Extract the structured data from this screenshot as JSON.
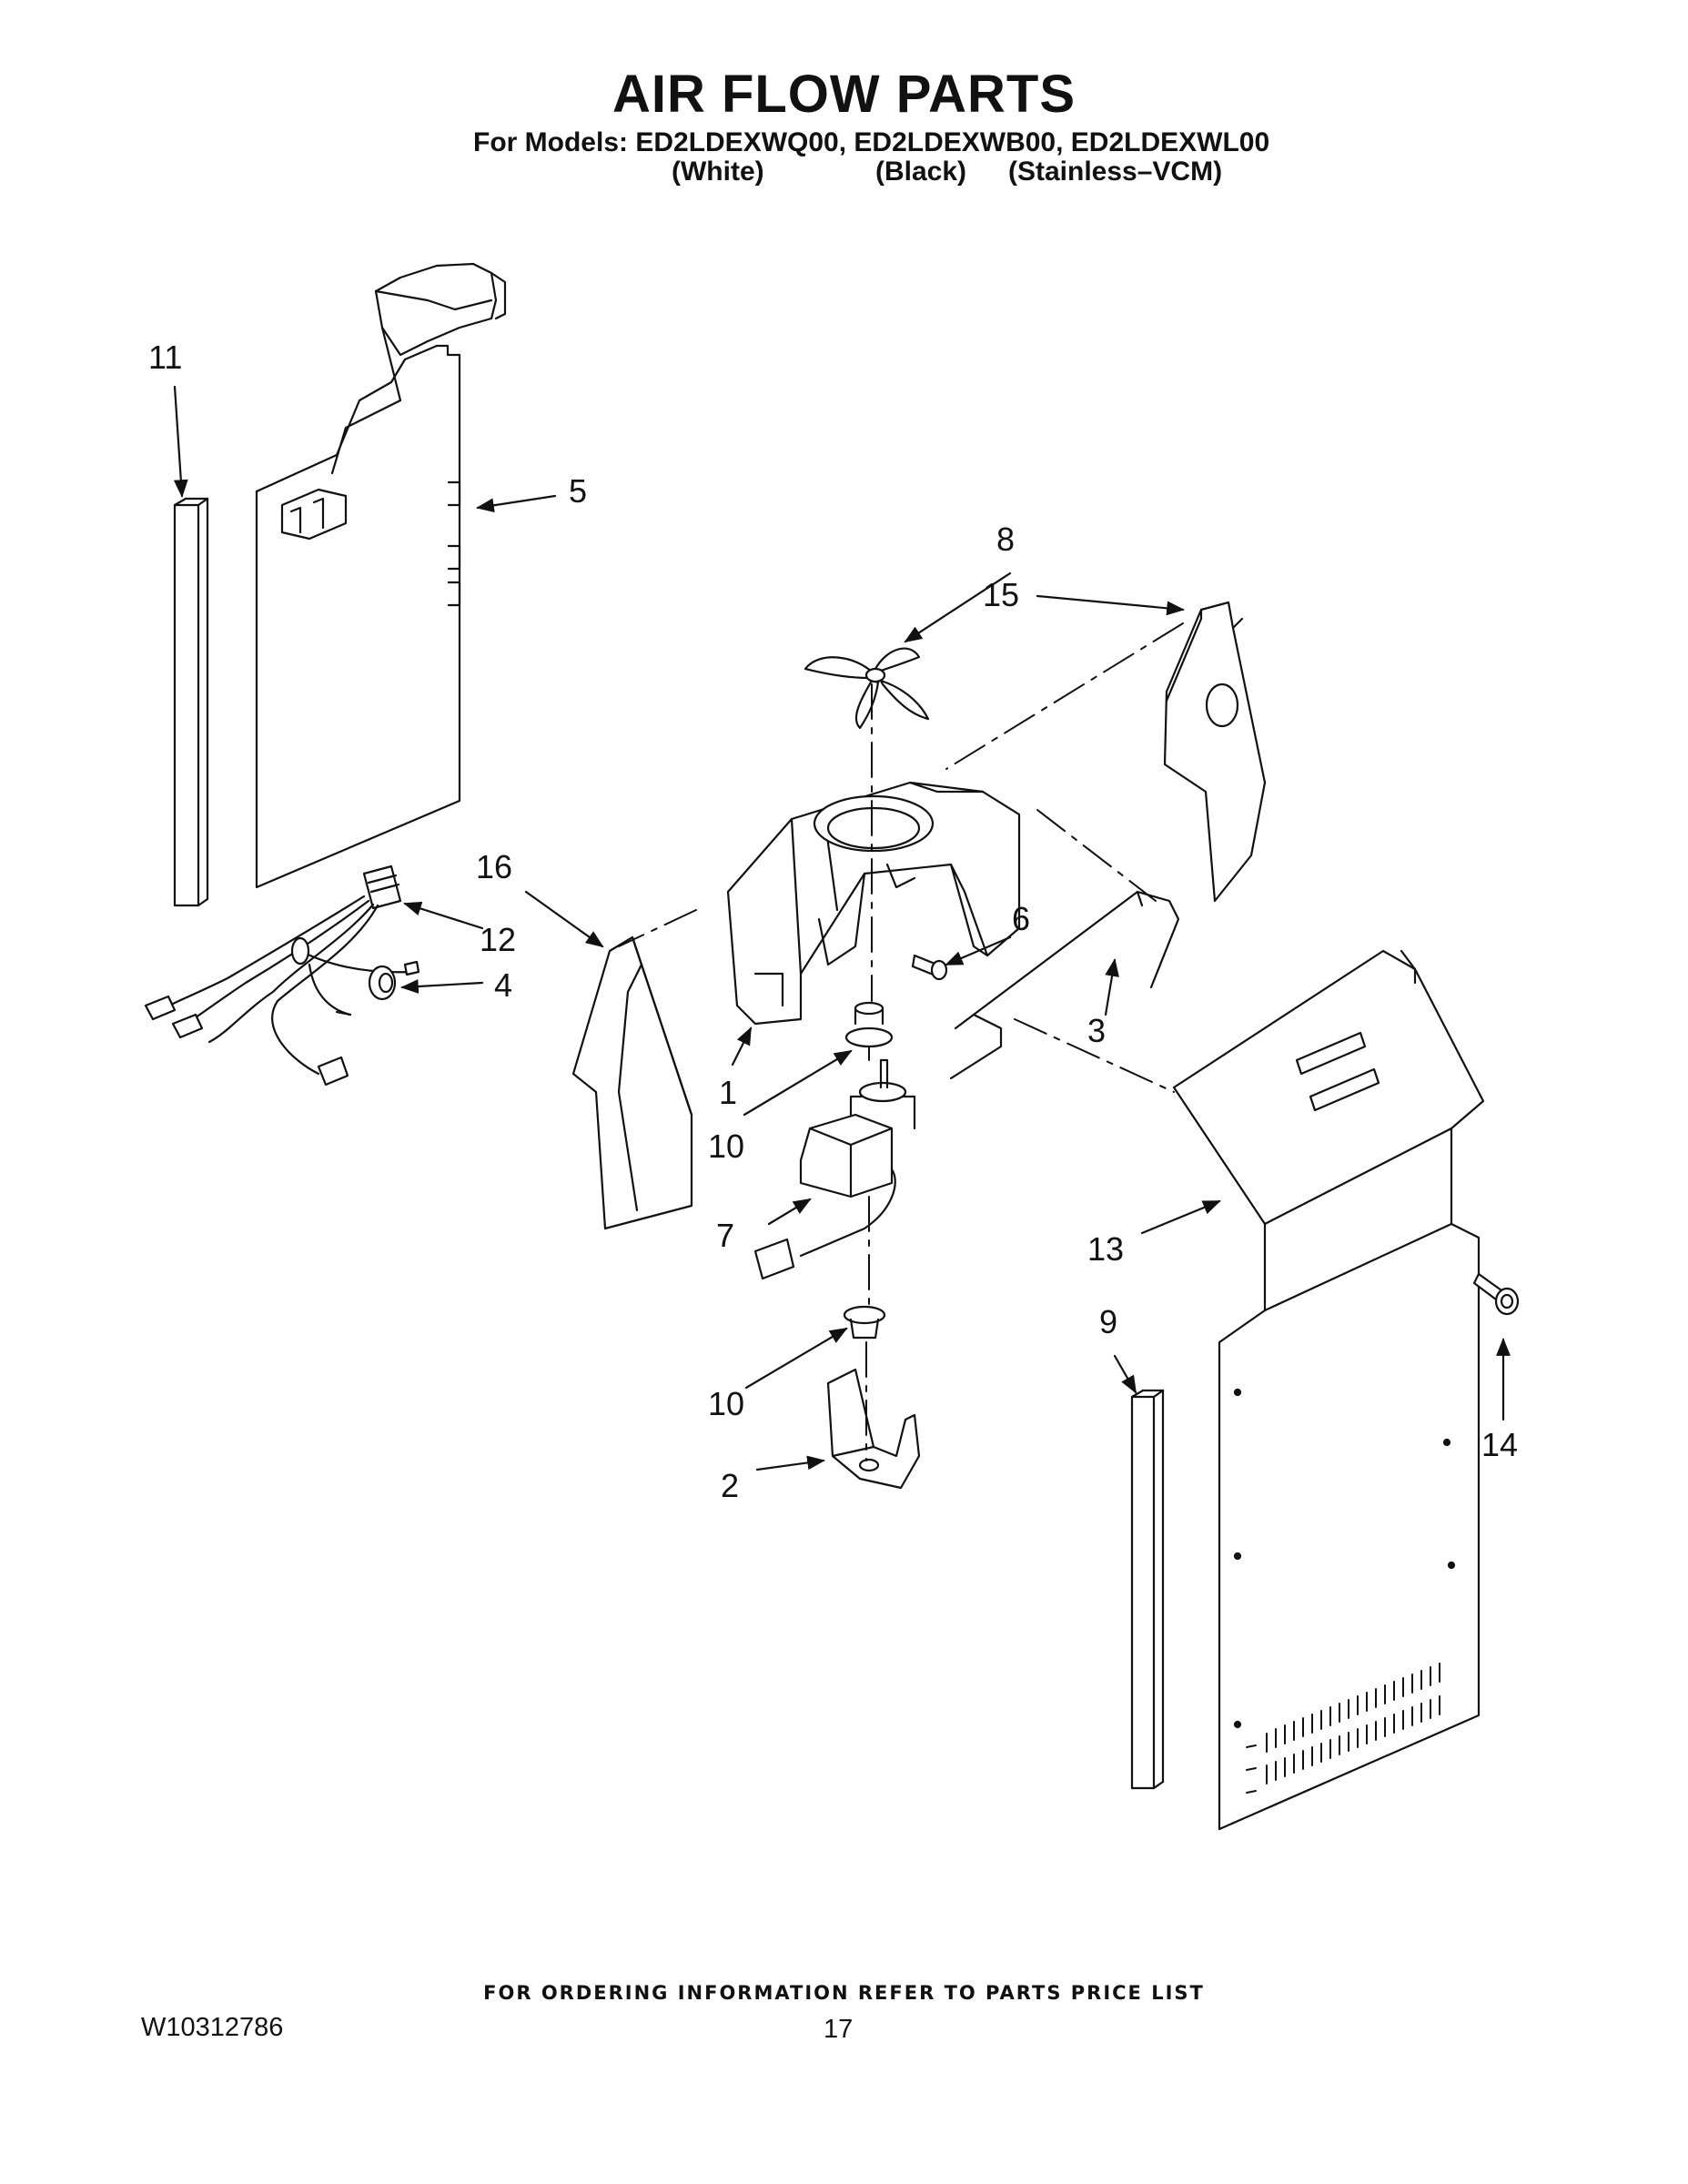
{
  "header": {
    "title": "AIR FLOW PARTS",
    "models_line": "For Models: ED2LDEXWQ00, ED2LDEXWB00, ED2LDEXWL00",
    "variants": [
      "(White)",
      "(Black)",
      "(Stainless–VCM)"
    ]
  },
  "diagram": {
    "callouts": [
      "1",
      "2",
      "3",
      "4",
      "5",
      "6",
      "7",
      "8",
      "9",
      "10",
      "10",
      "11",
      "12",
      "13",
      "14",
      "15",
      "16"
    ]
  },
  "footer": {
    "ordering_note": "FOR ORDERING INFORMATION REFER TO PARTS PRICE LIST",
    "document_number": "W10312786",
    "page_number": "17"
  }
}
